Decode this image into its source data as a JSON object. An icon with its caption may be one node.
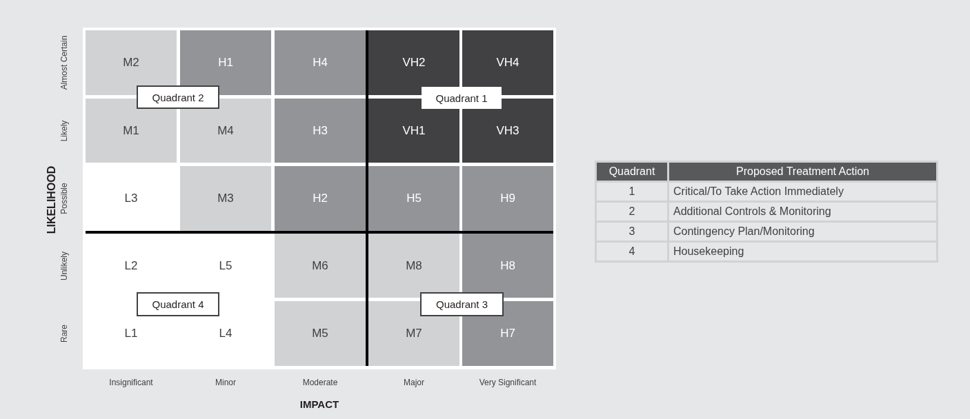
{
  "diagram": {
    "nodes": [
      {
        "text": [
          "M2"
        ]
      },
      {
        "text": [
          "H1"
        ]
      },
      {
        "text": [
          "H4"
        ]
      },
      {
        "text": [
          "VH2"
        ]
      },
      {
        "text": [
          "VH4"
        ]
      },
      {
        "text": [
          "Quadrant 2"
        ]
      },
      {
        "text": [
          "Quadrant 1"
        ]
      },
      {
        "text": [
          "M1"
        ]
      },
      {
        "text": [
          "M4"
        ]
      },
      {
        "text": [
          "H3"
        ]
      },
      {
        "text": [
          "VH1"
        ]
      },
      {
        "text": [
          "VH3"
        ]
      },
      {
        "text": [
          "L3"
        ]
      },
      {
        "text": [
          "M3"
        ]
      },
      {
        "text": [
          "H2"
        ]
      },
      {
        "text": [
          "H5"
        ]
      },
      {
        "text": [
          "H9"
        ]
      },
      {
        "text": [
          "L2"
        ]
      },
      {
        "text": [
          "L5"
        ]
      },
      {
        "text": [
          "M6"
        ]
      },
      {
        "text": [
          "M8"
        ]
      },
      {
        "text": [
          "H8"
        ]
      },
      {
        "text": [
          "Quadrant 4"
        ]
      },
      {
        "text": [
          "Quadrant 3"
        ]
      },
      {
        "text": [
          "L1"
        ]
      },
      {
        "text": [
          "L4"
        ]
      },
      {
        "text": [
          "M5"
        ]
      },
      {
        "text": [
          "M7"
        ]
      },
      {
        "text": [
          "H7"
        ]
      }
    ],
    "labels": [
      "LIKELIHOOD",
      "Almost Certain",
      "Likely",
      "Possible",
      "Unlikely",
      "Rare",
      "Insignificant",
      "Minor",
      "Moderate",
      "Major",
      "Very Significant",
      "IMPACT",
      "Quadrant",
      "Proposed Treatment Action",
      "1",
      "Critical/To Take Action Immediately",
      "2",
      "Additional Controls & Monitoring",
      "3",
      "Contingency Plan/Monitoring",
      "4",
      "Housekeeping"
    ]
  }
}
